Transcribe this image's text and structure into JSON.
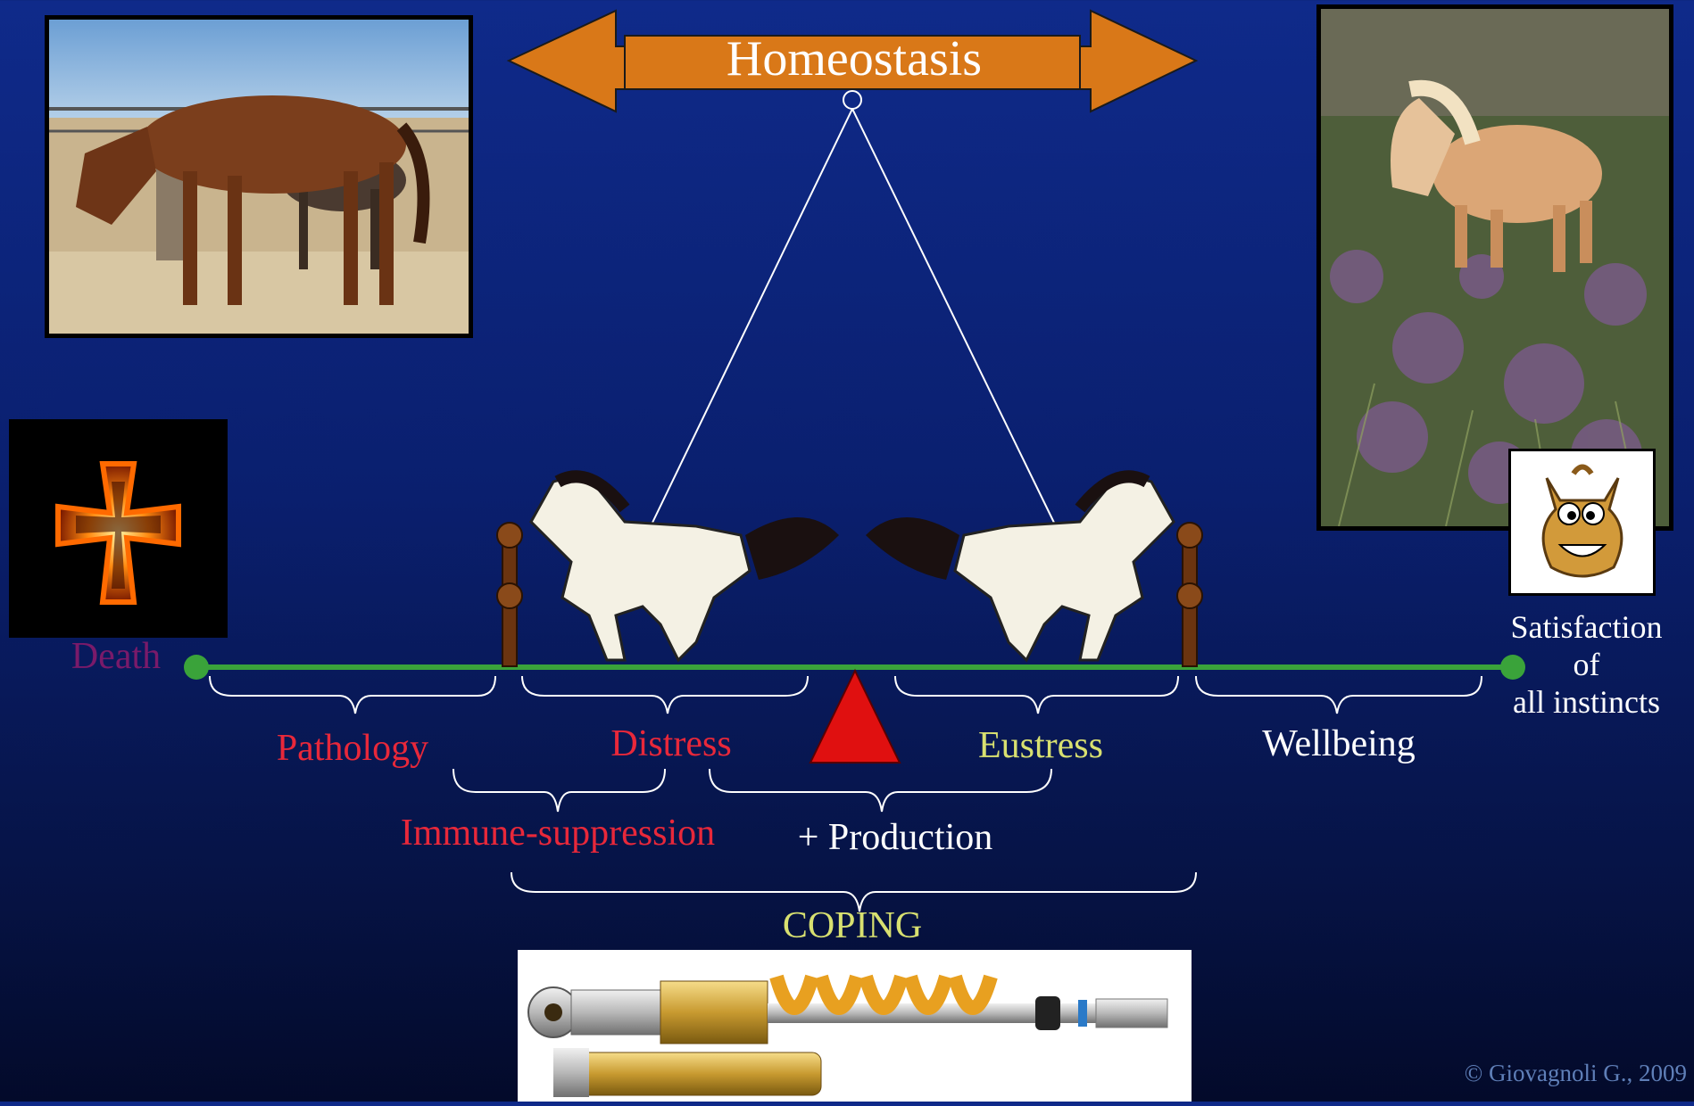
{
  "colors": {
    "background_top": "#0f2a8a",
    "background_bottom": "#030a2a",
    "arrow": "#d97818",
    "axis_line": "#3aa33a",
    "red_label": "#e8283a",
    "yellow_label": "#d8e070",
    "white_label": "#ffffff",
    "fulcrum": "#e01010",
    "post": "#6b3410"
  },
  "header": {
    "title": "Homeostasis"
  },
  "scale": {
    "left_end": "Death",
    "right_end": "Satisfaction of all instincts",
    "right_end_lines": [
      "Satisfaction",
      "of",
      "all instincts"
    ]
  },
  "zones": {
    "pathology": "Pathology",
    "distress": "Distress",
    "eustress": "Eustress",
    "wellbeing": "Wellbeing"
  },
  "groups": {
    "immune": "Immune-suppression",
    "production": "+ Production",
    "coping": "COPING"
  },
  "images": {
    "top_left": "thin-horse-photo",
    "top_right": "pony-in-heather-photo",
    "death_icon": "flaming-cross-icon",
    "satisfaction_icon": "happy-horse-cartoon-icon",
    "horse_left": "running-white-horse",
    "horse_right": "running-white-horse",
    "bottom": "shock-absorber-image"
  },
  "copyright": "© Giovagnoli G., 2009"
}
